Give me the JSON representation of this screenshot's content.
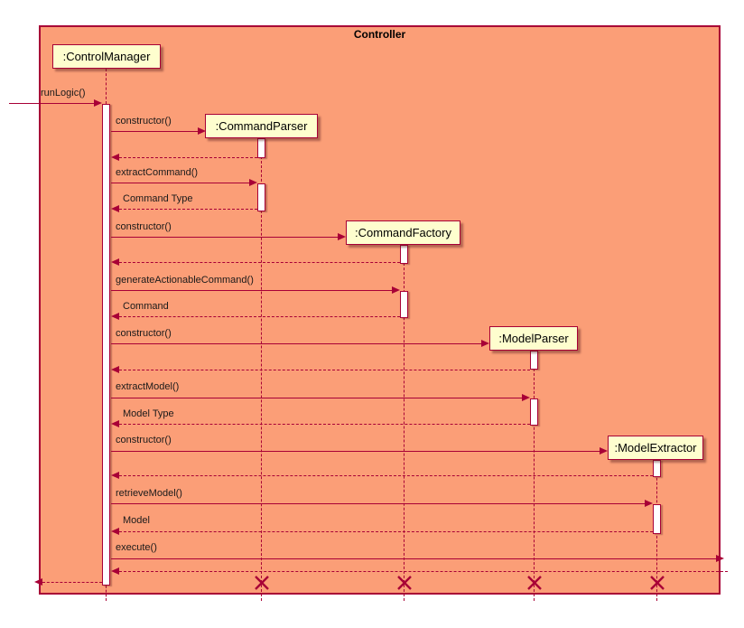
{
  "frame": {
    "title": "Controller"
  },
  "participants": [
    {
      "label": ":ControlManager"
    },
    {
      "label": ":CommandParser"
    },
    {
      "label": ":CommandFactory"
    },
    {
      "label": ":ModelParser"
    },
    {
      "label": ":ModelExtractor"
    }
  ],
  "messages": [
    {
      "label": "runLogic()",
      "from": "external",
      "to": ":ControlManager",
      "type": "call"
    },
    {
      "label": "constructor()",
      "from": ":ControlManager",
      "to": ":CommandParser",
      "type": "create"
    },
    {
      "label": "extractCommand()",
      "from": ":ControlManager",
      "to": ":CommandParser",
      "type": "call"
    },
    {
      "label": "Command Type",
      "from": ":CommandParser",
      "to": ":ControlManager",
      "type": "return"
    },
    {
      "label": "constructor()",
      "from": ":ControlManager",
      "to": ":CommandFactory",
      "type": "create"
    },
    {
      "label": "generateActionableCommand()",
      "from": ":ControlManager",
      "to": ":CommandFactory",
      "type": "call"
    },
    {
      "label": "Command",
      "from": ":CommandFactory",
      "to": ":ControlManager",
      "type": "return"
    },
    {
      "label": "constructor()",
      "from": ":ControlManager",
      "to": ":ModelParser",
      "type": "create"
    },
    {
      "label": "extractModel()",
      "from": ":ControlManager",
      "to": ":ModelParser",
      "type": "call"
    },
    {
      "label": "Model Type",
      "from": ":ModelParser",
      "to": ":ControlManager",
      "type": "return"
    },
    {
      "label": "constructor()",
      "from": ":ControlManager",
      "to": ":ModelExtractor",
      "type": "create"
    },
    {
      "label": "retrieveModel()",
      "from": ":ControlManager",
      "to": ":ModelExtractor",
      "type": "call"
    },
    {
      "label": "Model",
      "from": ":ModelExtractor",
      "to": ":ControlManager",
      "type": "return"
    },
    {
      "label": "execute()",
      "from": ":ControlManager",
      "to": "external",
      "type": "call"
    }
  ],
  "colors": {
    "frame_bg": "#FB9E77",
    "line": "#A80036",
    "box_bg": "#FEFECE",
    "page_bg": "#FFFFFF"
  }
}
